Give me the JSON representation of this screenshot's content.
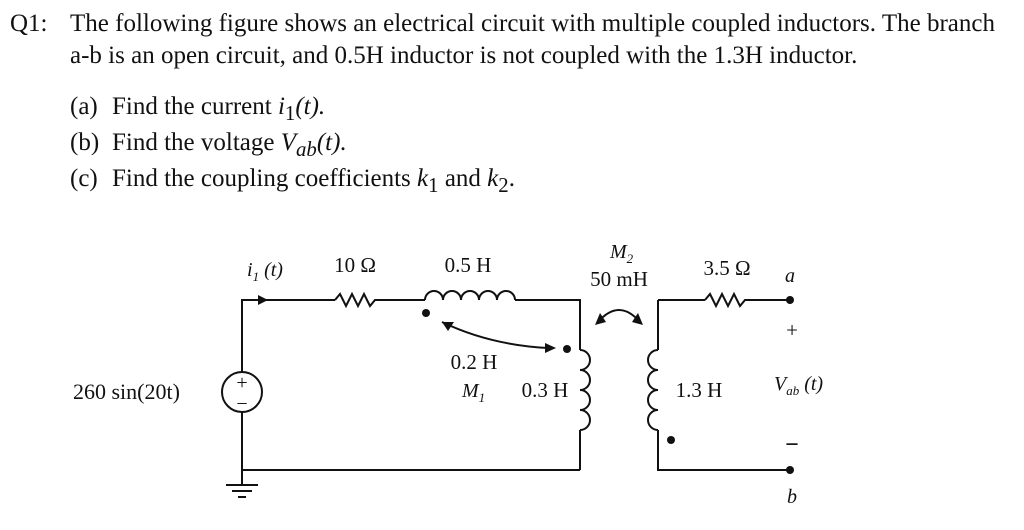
{
  "question": {
    "number": "Q1:",
    "text": "The following figure shows an electrical circuit with multiple coupled inductors. The branch a-b is an open circuit, and 0.5H inductor is not coupled with the 1.3H inductor."
  },
  "parts": [
    {
      "label": "(a)",
      "pre": "Find the current ",
      "math": "i",
      "sub": "1",
      "post": "(t).",
      "math_post": true
    },
    {
      "label": "(b)",
      "pre": "Find the voltage ",
      "math": "V",
      "sub": "ab",
      "post": "(t).",
      "math_post": true
    },
    {
      "label": "(c)",
      "pre": "Find the coupling coefficients ",
      "math": "k",
      "sub": "1",
      "mid": " and ",
      "math2": "k",
      "sub2": "2",
      "post": "."
    }
  ],
  "circuit": {
    "source": "260 sin(20t)",
    "source_plus": "+",
    "source_minus": "−",
    "current_label": "i",
    "current_sub": "1",
    "current_suffix": " (t)",
    "r1": "10 Ω",
    "l1": "0.5 H",
    "m2_label": "M",
    "m2_sub": "2",
    "m2_value": "50 mH",
    "r2": "3.5 Ω",
    "node_a": "a",
    "node_b": "b",
    "m1_value": "0.2 H",
    "m1_label": "M",
    "m1_sub": "1",
    "l2": "0.3 H",
    "l3": "1.3 H",
    "vab_label": "V",
    "vab_sub": "ab",
    "vab_suffix": " (t)",
    "plus": "+",
    "minus": "−"
  }
}
